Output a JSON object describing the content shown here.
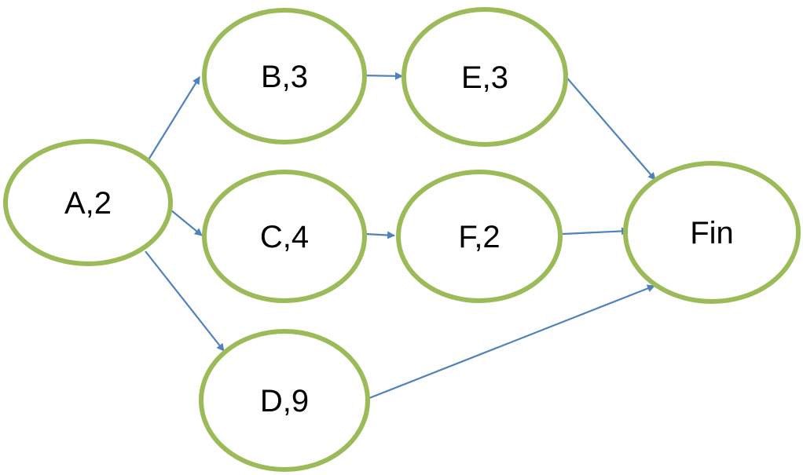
{
  "colors": {
    "node_stroke": "#9bbb59",
    "edge": "#4f81bd"
  },
  "nodes": [
    {
      "id": "A",
      "label": "A,2"
    },
    {
      "id": "B",
      "label": "B,3"
    },
    {
      "id": "C",
      "label": "C,4"
    },
    {
      "id": "D",
      "label": "D,9"
    },
    {
      "id": "E",
      "label": "E,3"
    },
    {
      "id": "F",
      "label": "F,2"
    },
    {
      "id": "Fin",
      "label": "Fin"
    }
  ],
  "edges": [
    {
      "from": "A",
      "to": "B"
    },
    {
      "from": "A",
      "to": "C"
    },
    {
      "from": "A",
      "to": "D"
    },
    {
      "from": "B",
      "to": "E"
    },
    {
      "from": "C",
      "to": "F"
    },
    {
      "from": "E",
      "to": "Fin"
    },
    {
      "from": "F",
      "to": "Fin"
    },
    {
      "from": "D",
      "to": "Fin"
    }
  ]
}
